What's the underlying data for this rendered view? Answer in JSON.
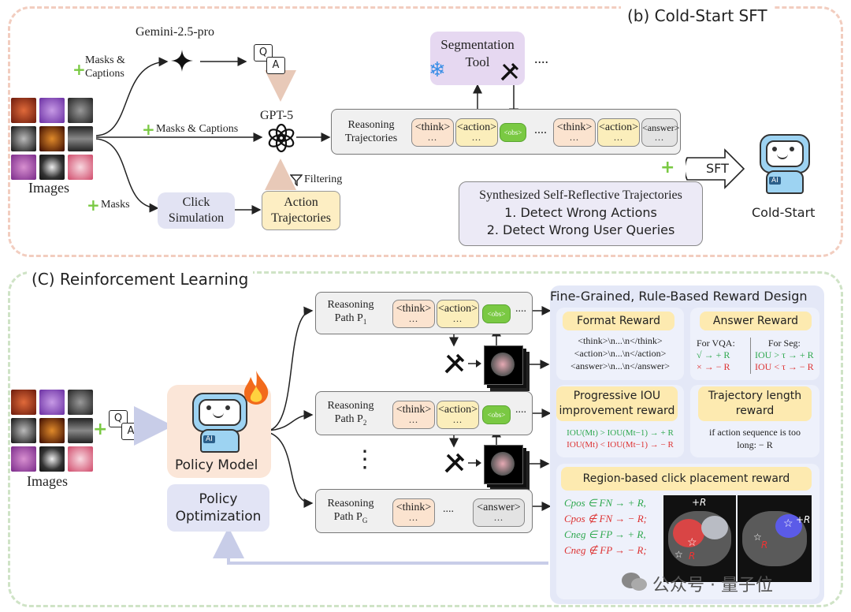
{
  "sft": {
    "title": "(b) Cold-Start SFT",
    "images_label": "Images",
    "branch_top": "Masks &\nCaptions",
    "branch_mid": "Masks & Captions",
    "branch_bottom": "Masks",
    "gemini_label": "Gemini-2.5-pro",
    "gpt_label": "GPT-5",
    "qa_q": "Q",
    "qa_a": "A",
    "filtering_label": "Filtering",
    "click_sim": "Click\nSimulation",
    "action_traj": "Action\nTrajectories",
    "seg_tool": "Segmentation\nTool",
    "seg_more": "....",
    "reasoning_traj": "Reasoning\nTrajectories",
    "tokens": [
      "<think>",
      "<action>",
      "<obs>",
      "<think>",
      "<action>",
      "<answer>"
    ],
    "token_dots": "...",
    "token_ellipsis": "....",
    "self_reflective_title": "Synthesized Self-Reflective Trajectories",
    "self_reflective_1": "1. Detect Wrong Actions",
    "self_reflective_2": "2. Detect Wrong User Queries",
    "sft_label": "SFT",
    "cold_start": "Cold-Start",
    "robot_badge": "AI"
  },
  "rl": {
    "title": "(C) Reinforcement Learning",
    "images_label": "Images",
    "policy_model": "Policy Model",
    "policy_opt": "Policy\nOptimization",
    "robot_badge": "AI",
    "paths": [
      {
        "label": "Reasoning\nPath P",
        "sub": "1"
      },
      {
        "label": "Reasoning\nPath P",
        "sub": "2"
      },
      {
        "label": "Reasoning\nPath P",
        "sub": "G"
      }
    ],
    "vertical_dots": "⋮",
    "reward_header": "Fine-Grained, Rule-Based Reward Design",
    "format_reward": "Format Reward",
    "format_lines": [
      "<think>\\n...\\n</think>",
      "<action>\\n...\\n</action>",
      "<answer>\\n...\\n</answer>"
    ],
    "answer_reward": "Answer Reward",
    "vqa_title": "For VQA:",
    "vqa_lines": [
      "√ → + R",
      "× → − R"
    ],
    "seg_title": "For Seg:",
    "seg_lines": [
      "IOU > τ → + R",
      "IOU < τ → − R"
    ],
    "iou_reward": "Progressive IOU\nimprovement reward",
    "iou_lines": [
      "IOU(Mt) > IOU(Mt−1) → + R",
      "IOU(Mt) < IOU(Mt−1) → − R"
    ],
    "traj_reward": "Trajectory length\nreward",
    "traj_text": "if action sequence is too\nlong: − R",
    "region_reward": "Region-based click placement reward",
    "region_lines": [
      "Cpos ∈ FN → + R,",
      "Cpos ∉ FN → − R;",
      "Cneg ∈ FP → + R,",
      "Cneg ∉ FP → − R;"
    ],
    "ct_plus_r": "+R",
    "ct_r": "R"
  },
  "watermark": "公众号 · 量子位"
}
